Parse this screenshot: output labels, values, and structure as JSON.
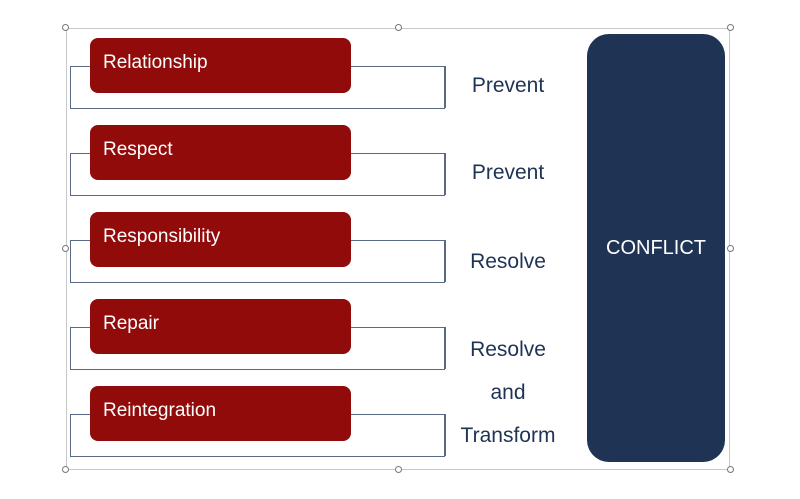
{
  "diagram": {
    "rows": [
      {
        "label": "Relationship"
      },
      {
        "label": "Respect"
      },
      {
        "label": "Responsibility"
      },
      {
        "label": "Repair"
      },
      {
        "label": "Reintegration"
      }
    ],
    "outcomes": [
      {
        "label": "Prevent"
      },
      {
        "label": "Prevent"
      },
      {
        "label": "Resolve"
      },
      {
        "label": "Resolve"
      },
      {
        "label": "and"
      },
      {
        "label": "Transform"
      }
    ],
    "target": {
      "label": "CONFLICT"
    },
    "colors": {
      "row_fill": "#920b0b",
      "target_fill": "#1f3354",
      "text_dark": "#1f3354",
      "outline": "#5a6a85"
    }
  }
}
